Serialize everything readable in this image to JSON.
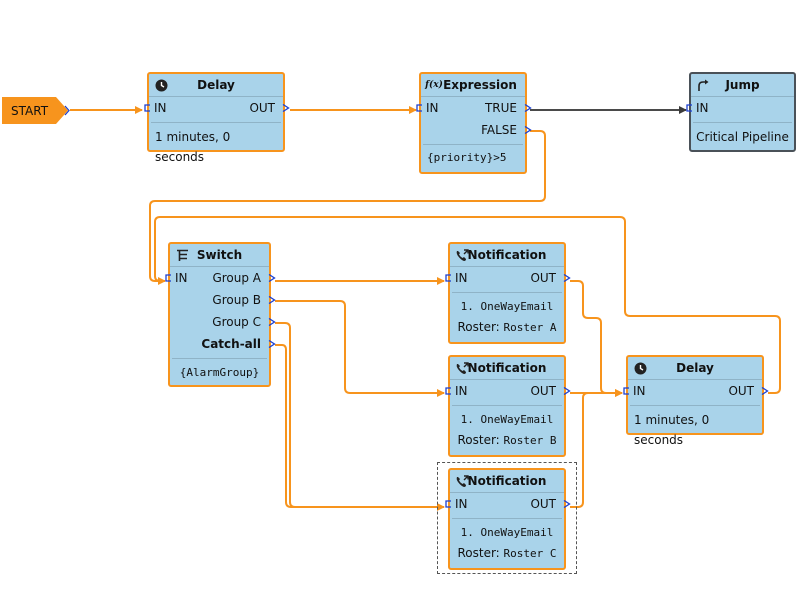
{
  "start": {
    "label": "START"
  },
  "nodes": {
    "delay1": {
      "title": "Delay",
      "in": "IN",
      "out": "OUT",
      "body": "1 minutes, 0 seconds",
      "icon": "clock-icon"
    },
    "expression": {
      "title": "Expression",
      "icon_label": "f(x)",
      "in": "IN",
      "out_true": "TRUE",
      "out_false": "FALSE",
      "body": "{priority}>5"
    },
    "jump": {
      "title": "Jump",
      "in": "IN",
      "body": "Critical Pipeline",
      "icon": "jump-arrow-icon"
    },
    "switch": {
      "title": "Switch",
      "in": "IN",
      "icon": "switch-icon",
      "outputs": [
        "Group A",
        "Group B",
        "Group C",
        "Catch-all"
      ],
      "body": "{AlarmGroup}"
    },
    "notification_a": {
      "title": "Notification",
      "in": "IN",
      "out": "OUT",
      "line1": "1. OneWayEmail",
      "roster_label": "Roster:",
      "roster_value": "Roster A",
      "icon": "phone-notification-icon"
    },
    "notification_b": {
      "title": "Notification",
      "in": "IN",
      "out": "OUT",
      "line1": "1. OneWayEmail",
      "roster_label": "Roster:",
      "roster_value": "Roster B",
      "icon": "phone-notification-icon"
    },
    "notification_c": {
      "title": "Notification",
      "in": "IN",
      "out": "OUT",
      "line1": "1. OneWayEmail",
      "roster_label": "Roster:",
      "roster_value": "Roster C",
      "icon": "phone-notification-icon"
    },
    "delay2": {
      "title": "Delay",
      "in": "IN",
      "out": "OUT",
      "body": "1 minutes, 0 seconds",
      "icon": "clock-icon"
    }
  },
  "colors": {
    "node_fill": "#a9d3ea",
    "node_border": "#f7941d",
    "jump_border": "#4a5158",
    "wire": "#f7941d",
    "wire_dark": "#4a4a4a",
    "port": "#1a3fd1"
  }
}
